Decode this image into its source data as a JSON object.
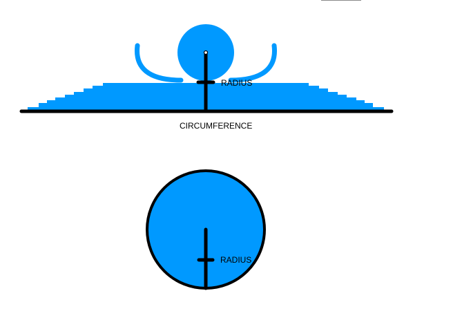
{
  "diagram": {
    "top": {
      "radius_label": "RADIUS",
      "circumference_label": "CIRCUMFERENCE"
    },
    "bottom": {
      "radius_label": "RADIUS"
    }
  },
  "colors": {
    "fill": "#0099ff",
    "stroke": "#000000",
    "background": "#ffffff"
  }
}
